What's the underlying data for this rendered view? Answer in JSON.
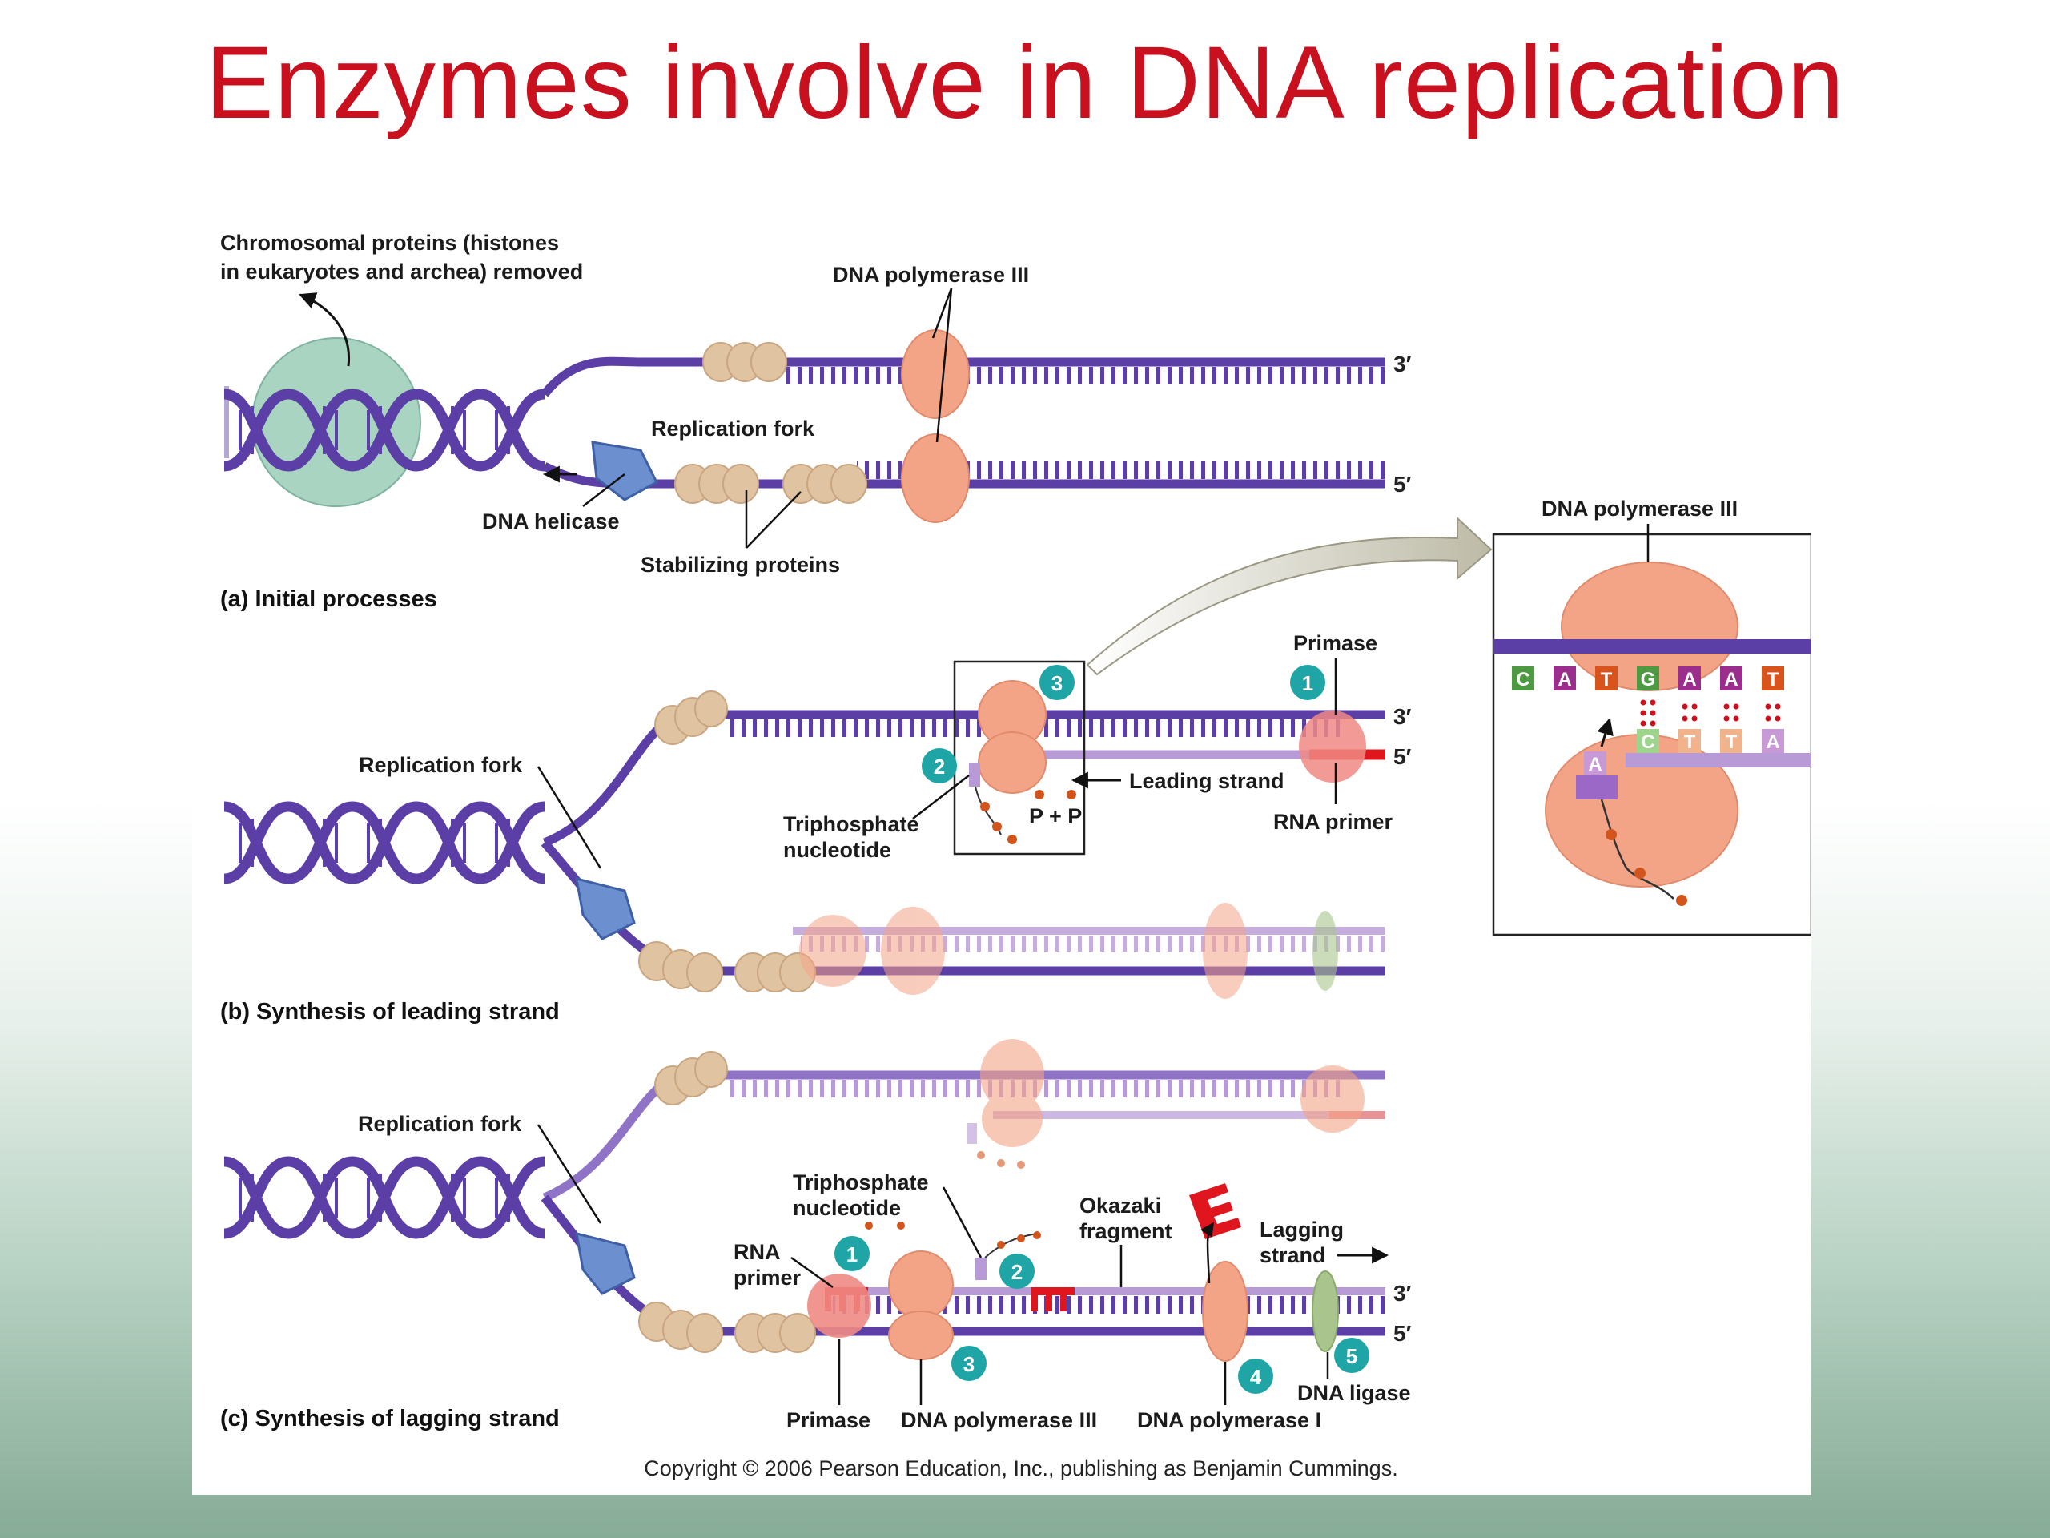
{
  "slide": {
    "title": "Enzymes involve in DNA replication"
  },
  "figure": {
    "copyright": "Copyright © 2006 Pearson Education, Inc., publishing as Benjamin Cummings.",
    "colors": {
      "dna_strand": "#5b3ea6",
      "new_strand": "#b79ad6",
      "polymerase": "#f4a486",
      "helicase": "#6b8fcf",
      "rna_primer": "#e0161e",
      "step_badge": "#20a5a6",
      "title_red": "#c8101e"
    },
    "panel_a": {
      "caption": "(a)  Initial processes",
      "histones_line1": "Chromosomal proteins (histones",
      "histones_line2": "in eukaryotes and archea) removed",
      "polymerase": "DNA polymerase III",
      "fork": "Replication fork",
      "helicase": "DNA helicase",
      "stabilizing": "Stabilizing proteins",
      "end_top": "3′",
      "end_bottom": "5′"
    },
    "panel_b": {
      "caption": "(b)  Synthesis of leading strand",
      "fork": "Replication fork",
      "primase": "Primase",
      "triphosphate_line1": "Triphosphate",
      "triphosphate_line2": "nucleotide",
      "leading": "Leading strand",
      "rna_primer": "RNA primer",
      "pp": "P + P",
      "end_top": "3′",
      "end_bottom": "5′",
      "steps": [
        "1",
        "2",
        "3"
      ]
    },
    "inset": {
      "polymerase": "DNA polymerase III",
      "top_bases": [
        "C",
        "A",
        "T",
        "G",
        "A",
        "A",
        "T"
      ],
      "bottom_bases": [
        "C",
        "T",
        "T",
        "A"
      ],
      "incoming_base": "A"
    },
    "panel_c": {
      "caption": "(c)  Synthesis of lagging strand",
      "fork": "Replication fork",
      "triphosphate_line1": "Triphosphate",
      "triphosphate_line2": "nucleotide",
      "rna_line1": "RNA",
      "rna_line2": "primer",
      "okazaki_line1": "Okazaki",
      "okazaki_line2": "fragment",
      "lagging_line1": "Lagging",
      "lagging_line2": "strand",
      "primase": "Primase",
      "pol3": "DNA polymerase III",
      "pol1": "DNA polymerase I",
      "ligase": "DNA ligase",
      "end_top": "3′",
      "end_bottom": "5′",
      "steps": [
        "1",
        "2",
        "3",
        "4",
        "5"
      ]
    }
  }
}
